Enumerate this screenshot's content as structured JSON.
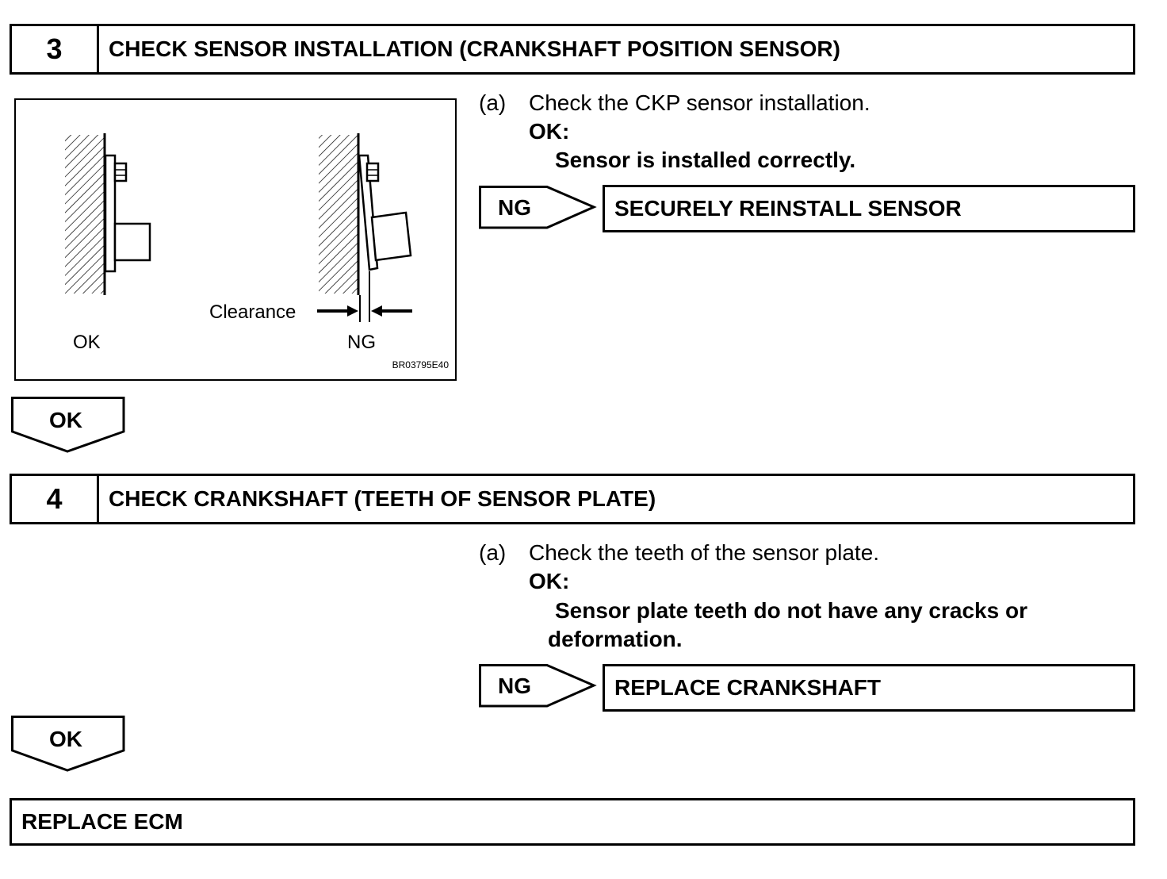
{
  "step3": {
    "number": "3",
    "title": "CHECK SENSOR INSTALLATION (CRANKSHAFT POSITION SENSOR)",
    "item_marker": "(a)",
    "instruction": "Check the CKP sensor installation.",
    "ok_label": "OK:",
    "ok_criteria": "Sensor is installed correctly.",
    "ng_tag": "NG",
    "ng_action": "SECURELY REINSTALL SENSOR",
    "ok_tag": "OK",
    "figure": {
      "clearance_label": "Clearance",
      "ok_caption": "OK",
      "ng_caption": "NG",
      "figure_id": "BR03795E40"
    }
  },
  "step4": {
    "number": "4",
    "title": "CHECK CRANKSHAFT (TEETH OF SENSOR PLATE)",
    "item_marker": "(a)",
    "instruction": "Check the teeth of the sensor plate.",
    "ok_label": "OK:",
    "ok_criteria_line1": "Sensor plate teeth do not have any cracks or",
    "ok_criteria_line2": "deformation.",
    "ng_tag": "NG",
    "ng_action": "REPLACE CRANKSHAFT",
    "ok_tag": "OK"
  },
  "final_action": "REPLACE ECM"
}
